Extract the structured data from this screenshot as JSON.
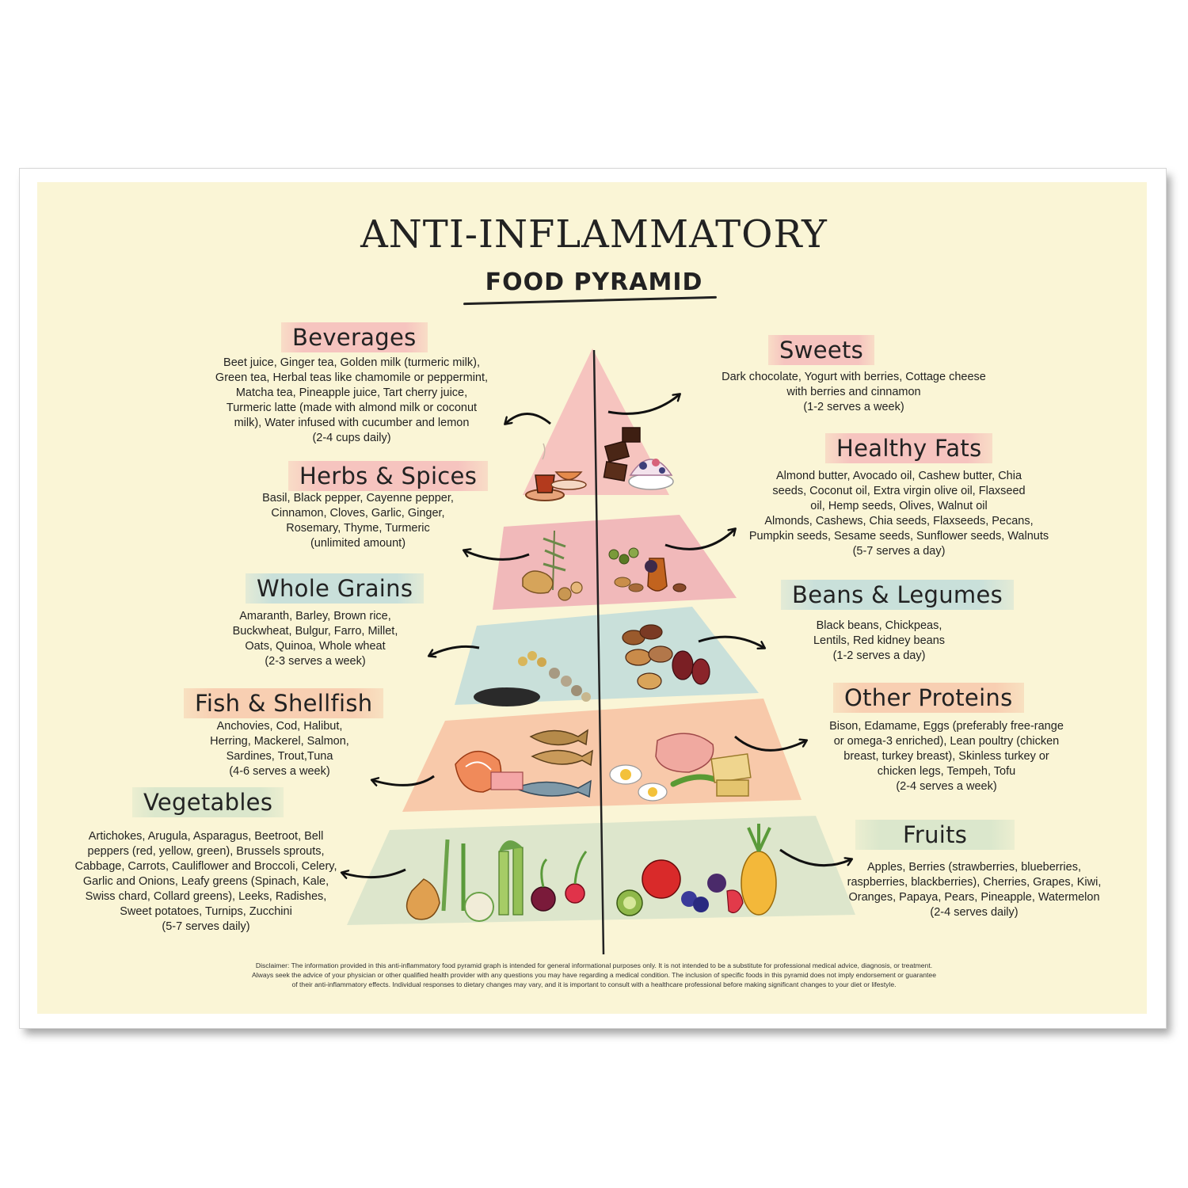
{
  "title": "ANTI-INFLAMMATORY",
  "subtitle": "FOOD PYRAMID",
  "categories": {
    "beverages": {
      "title": "Beverages",
      "lines": [
        "Beet juice, Ginger tea, Golden milk (turmeric milk),",
        "Green tea, Herbal teas like chamomile or peppermint,",
        "Matcha tea, Pineapple juice, Tart cherry juice,",
        "Turmeric latte (made with almond milk or coconut",
        "milk), Water infused with cucumber and lemon",
        "(2-4 cups daily)"
      ]
    },
    "sweets": {
      "title": "Sweets",
      "lines": [
        "Dark chocolate, Yogurt with berries, Cottage cheese",
        "with berries and cinnamon",
        "(1-2 serves a week)"
      ]
    },
    "herbs": {
      "title": "Herbs & Spices",
      "lines": [
        "Basil, Black pepper, Cayenne pepper,",
        "Cinnamon, Cloves, Garlic, Ginger,",
        "Rosemary, Thyme, Turmeric",
        "(unlimited amount)"
      ]
    },
    "fats": {
      "title": "Healthy Fats",
      "lines": [
        "Almond butter, Avocado oil, Cashew butter, Chia",
        "seeds, Coconut oil, Extra virgin olive oil, Flaxseed",
        "oil, Hemp seeds, Olives, Walnut oil",
        "Almonds, Cashews, Chia seeds, Flaxseeds, Pecans,",
        "Pumpkin seeds, Sesame seeds, Sunflower seeds, Walnuts",
        "(5-7 serves a day)"
      ]
    },
    "grains": {
      "title": "Whole Grains",
      "lines": [
        "Amaranth, Barley, Brown rice,",
        "Buckwheat, Bulgur, Farro, Millet,",
        "Oats, Quinoa, Whole wheat",
        "(2-3 serves a week)"
      ]
    },
    "beans": {
      "title": "Beans & Legumes",
      "lines": [
        "Black beans, Chickpeas,",
        "Lentils, Red kidney beans",
        "(1-2 serves a day)"
      ]
    },
    "fish": {
      "title": "Fish & Shellfish",
      "lines": [
        "Anchovies, Cod, Halibut,",
        "Herring, Mackerel, Salmon,",
        "Sardines, Trout,Tuna",
        "(4-6 serves a week)"
      ]
    },
    "proteins": {
      "title": "Other Proteins",
      "lines": [
        "Bison, Edamame, Eggs (preferably free-range",
        "or omega-3 enriched), Lean poultry (chicken",
        "breast, turkey breast), Skinless turkey or",
        "chicken legs, Tempeh, Tofu",
        "(2-4 serves a week)"
      ]
    },
    "vegetables": {
      "title": "Vegetables",
      "lines": [
        "Artichokes, Arugula, Asparagus, Beetroot, Bell",
        "peppers (red, yellow, green), Brussels sprouts,",
        "Cabbage, Carrots, Cauliflower and Broccoli, Celery,",
        "Garlic and Onions, Leafy greens (Spinach, Kale,",
        "Swiss chard, Collard greens), Leeks, Radishes,",
        "Sweet potatoes, Turnips, Zucchini",
        "(5-7 serves daily)"
      ]
    },
    "fruits": {
      "title": "Fruits",
      "lines": [
        "Apples, Berries (strawberries, blueberries,",
        "raspberries, blackberries), Cherries, Grapes, Kiwi,",
        "Oranges, Papaya, Pears, Pineapple, Watermelon",
        "(2-4 serves daily)"
      ]
    }
  },
  "disclaimer": [
    "Disclaimer: The information provided in this anti-inflammatory food pyramid graph is intended for general informational purposes only. It is not intended to be a substitute for professional medical advice, diagnosis, or treatment.",
    "Always seek the advice of your physician or other qualified health provider with any questions you may have regarding a medical condition. The inclusion of specific foods in this pyramid does not imply endorsement or guarantee",
    "of their anti-inflammatory effects. Individual responses to dietary changes may vary, and it is important to consult with a healthcare professional before making significant changes to your diet or lifestyle."
  ],
  "colors": {
    "poster_bg": "#faf5d6",
    "tier_top": "#f6c4bf",
    "tier_herbs": "#f1b9ba",
    "tier_grains": "#c9e0da",
    "tier_fish": "#f8c9aa",
    "tier_vegetables": "#dde6cc",
    "text": "#222222"
  }
}
